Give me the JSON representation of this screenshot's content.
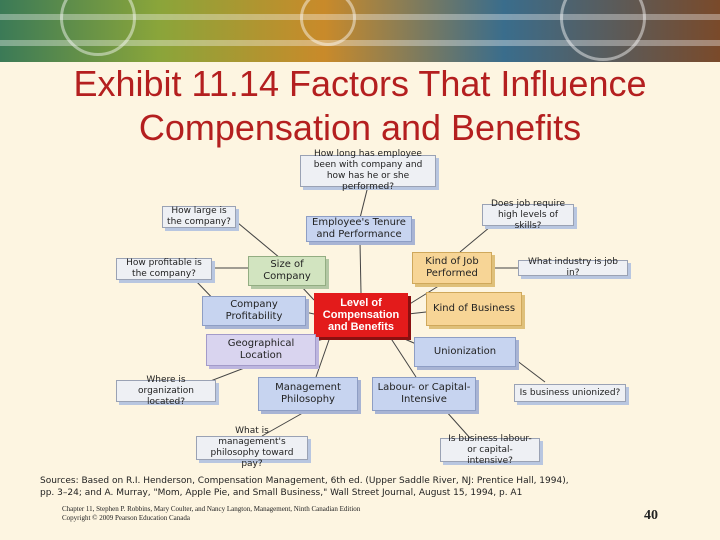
{
  "title": {
    "line1": "Exhibit 11.14 Factors That Influence",
    "line2": "Compensation and Benefits"
  },
  "center": "Level of Compensation and Benefits",
  "factors": {
    "tenure": "Employee's Tenure and Performance",
    "job": "Kind of Job Performed",
    "size": "Size of Company",
    "profit": "Company Profitability",
    "business": "Kind of Business",
    "geo": "Geographical Location",
    "union": "Unionization",
    "mgmt": "Management Philosophy",
    "labour": "Labour- or Capital-Intensive"
  },
  "questions": {
    "tenure": "How long has employee been with company and how has he or she performed?",
    "size": "How large is the company?",
    "skills": "Does job require high levels of skills?",
    "profit": "How profitable is the company?",
    "industry": "What industry is job in?",
    "geo": "Where is organization located?",
    "union": "Is business unionized?",
    "mgmt": "What is management's philosophy toward pay?",
    "labour": "Is business labour- or capital-intensive?"
  },
  "sources": {
    "line1": "Sources: Based on R.I. Henderson, Compensation Management, 6th ed. (Upper Saddle River, NJ: Prentice Hall, 1994),",
    "line2": "pp. 3–24; and A. Murray, \"Mom, Apple Pie, and Small Business,\" Wall Street Journal, August 15, 1994, p. A1"
  },
  "credit": {
    "line1": "Chapter 11, Stephen P. Robbins, Mary Coulter, and Nancy Langton, Management, Ninth Canadian Edition",
    "line2": "Copyright © 2009 Pearson Education Canada"
  },
  "page_number": "40"
}
